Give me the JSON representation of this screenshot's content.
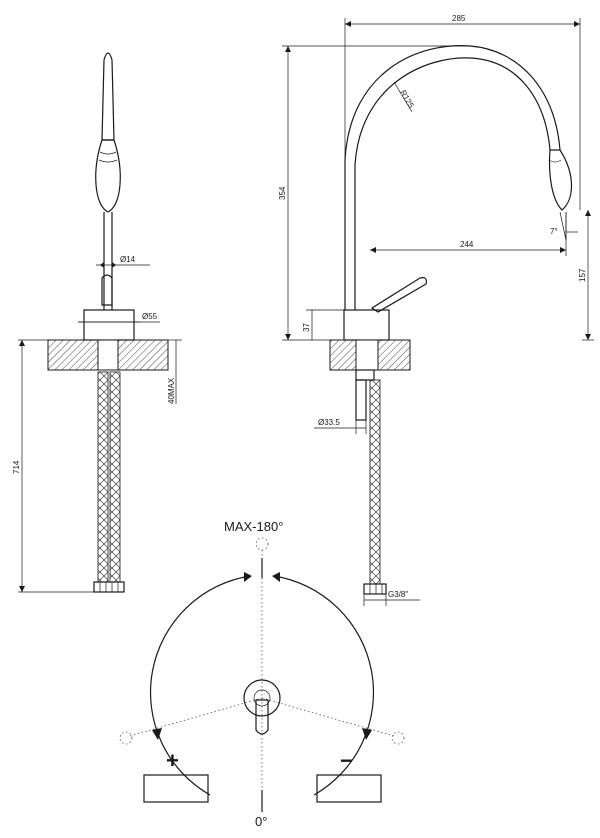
{
  "dimensions": {
    "width_top": "285",
    "radius": "R125",
    "height_total": "354",
    "angle": "7°",
    "reach": "244",
    "height_spout": "157",
    "base_height": "37",
    "lever_dia": "Ø14",
    "body_dia": "Ø55",
    "counter_max": "40MAX",
    "total_length": "714",
    "shank_dia": "Ø33.5",
    "hose_thread": "G3/8\""
  },
  "rotation": {
    "max_label": "MAX-180°",
    "zero_label": "0°",
    "plus_label": "+",
    "minus_label": "−"
  },
  "colors": {
    "line": "#1a1a1a",
    "hatch": "#1a1a1a"
  }
}
